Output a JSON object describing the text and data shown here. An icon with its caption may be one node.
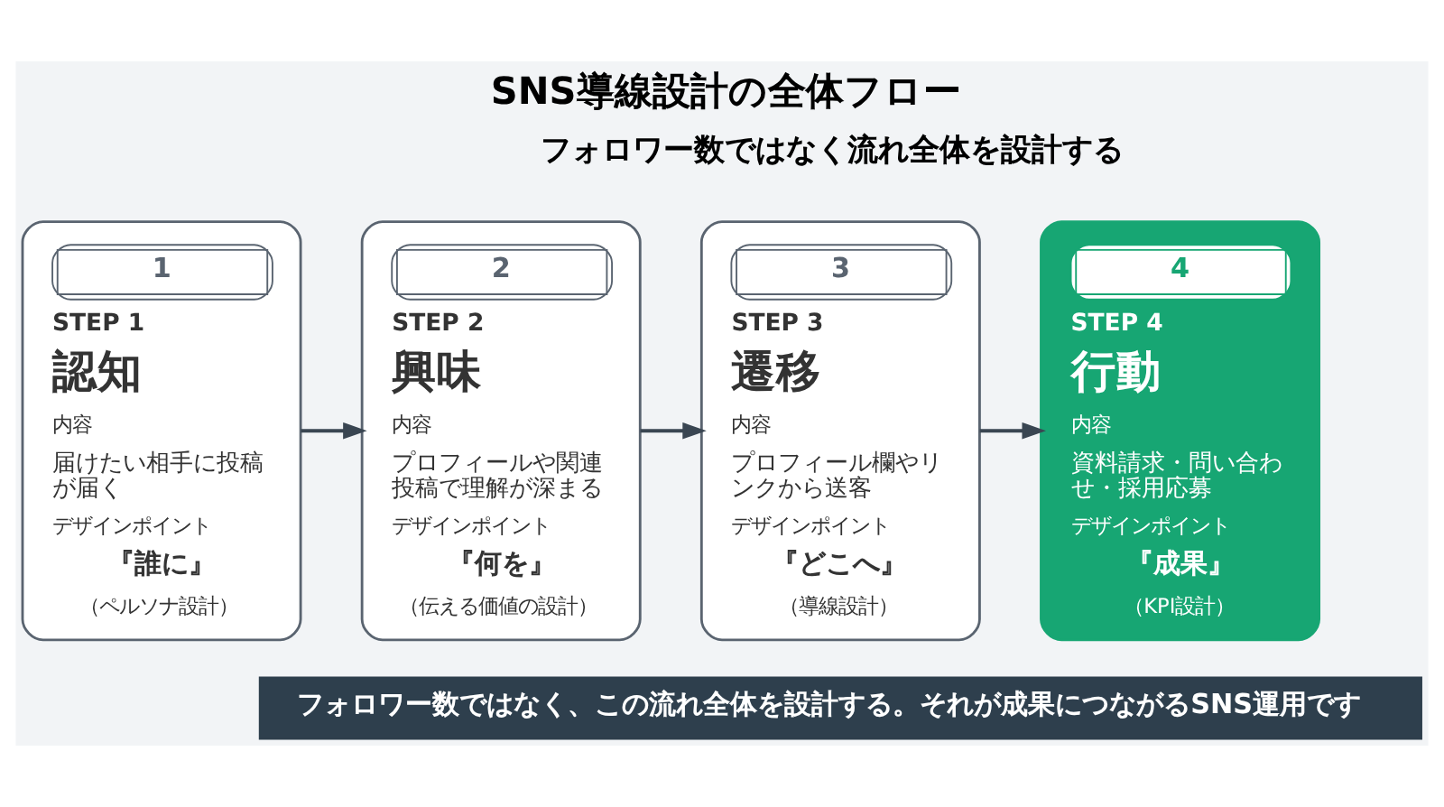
{
  "diagram": {
    "title": "SNS導線設計の全体フロー",
    "caption": "フォロワー数ではなく、この流れ全体を設計する。それが成果につながるSNS運用です",
    "nodes": [
      {
        "text": [
          "1",
          "STEP 1",
          "認知",
          "内容",
          "届けたい相手に投稿が届く",
          "デザインポイント",
          "『誰に』",
          "（ペルソナ設計）"
        ]
      },
      {
        "text": [
          "2",
          "STEP 2",
          "興味",
          "内容",
          "プロフィールや関連投稿で理解が深まる",
          "デザインポイント",
          "『何を』",
          "（伝える価値の設計）"
        ]
      },
      {
        "text": [
          "3",
          "STEP 3",
          "遷移",
          "内容",
          "プロフィール欄やリンクから送客",
          "デザインポイント",
          "『どこへ』",
          "（導線設計）"
        ]
      },
      {
        "text": [
          "4",
          "STEP 4",
          "行動",
          "内容",
          "資料請求・問い合わせ・採用応募",
          "デザインポイント",
          "『成果』",
          "（KPI設計）"
        ]
      }
    ],
    "edges": [
      {
        "from": 0,
        "to": 1,
        "arrow": "to"
      },
      {
        "from": 1,
        "to": 2,
        "arrow": "to"
      },
      {
        "from": 2,
        "to": 3,
        "arrow": "to"
      }
    ],
    "labels": [
      "フォロワー数ではなく流れ全体を設計する"
    ]
  }
}
